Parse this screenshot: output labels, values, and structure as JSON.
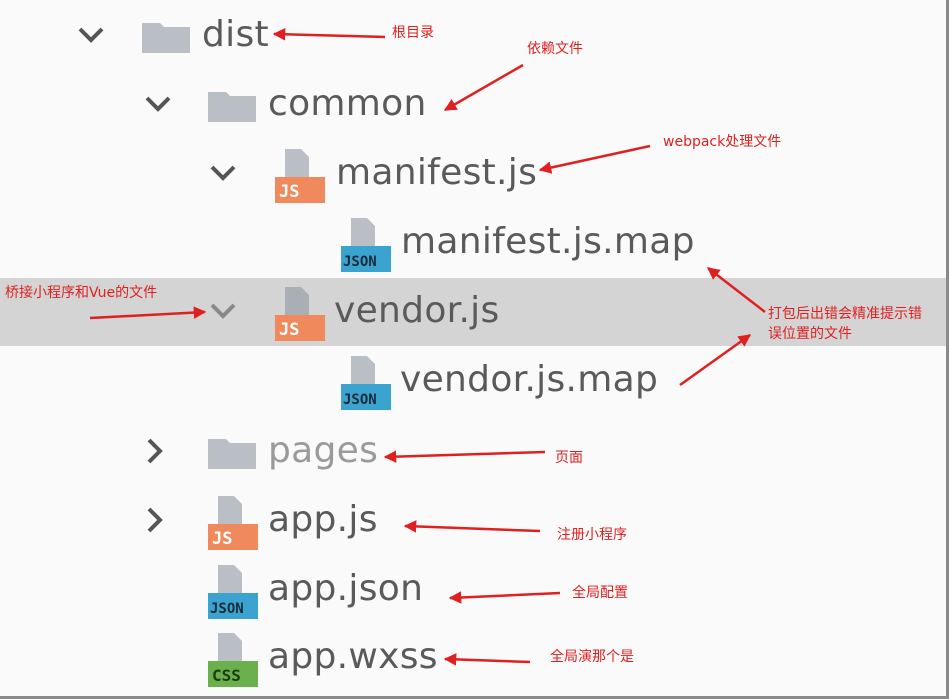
{
  "tree": [
    {
      "name": "dist",
      "type": "folder",
      "expanded": true
    },
    {
      "name": "common",
      "type": "folder",
      "expanded": true
    },
    {
      "name": "manifest.js",
      "type": "js",
      "expanded": true
    },
    {
      "name": "manifest.js.map",
      "type": "json"
    },
    {
      "name": "vendor.js",
      "type": "js",
      "expanded": true,
      "selected": true
    },
    {
      "name": "vendor.js.map",
      "type": "json"
    },
    {
      "name": "pages",
      "type": "folder",
      "expanded": false
    },
    {
      "name": "app.js",
      "type": "js",
      "expanded": false
    },
    {
      "name": "app.json",
      "type": "json"
    },
    {
      "name": "app.wxss",
      "type": "css"
    }
  ],
  "badges": {
    "js": "JS",
    "json": "JSON",
    "css": "CSS"
  },
  "annotations": {
    "root": "根目录",
    "deps": "依赖文件",
    "webpack": "webpack处理文件",
    "bridge": "桥接小程序和Vue的文件",
    "sourcemap_line1": "打包后出错会精准提示错",
    "sourcemap_line2": "误位置的文件",
    "pages": "页面",
    "register": "注册小程序",
    "global_config": "全局配置",
    "global_style": "全局演那个是"
  },
  "colors": {
    "annotation": "#e02020",
    "folder": "#b9bfc4",
    "js_badge": "#f08a5d",
    "json_badge": "#3ba3cf",
    "css_badge": "#6ab04c",
    "selection": "#d4d4d4"
  }
}
